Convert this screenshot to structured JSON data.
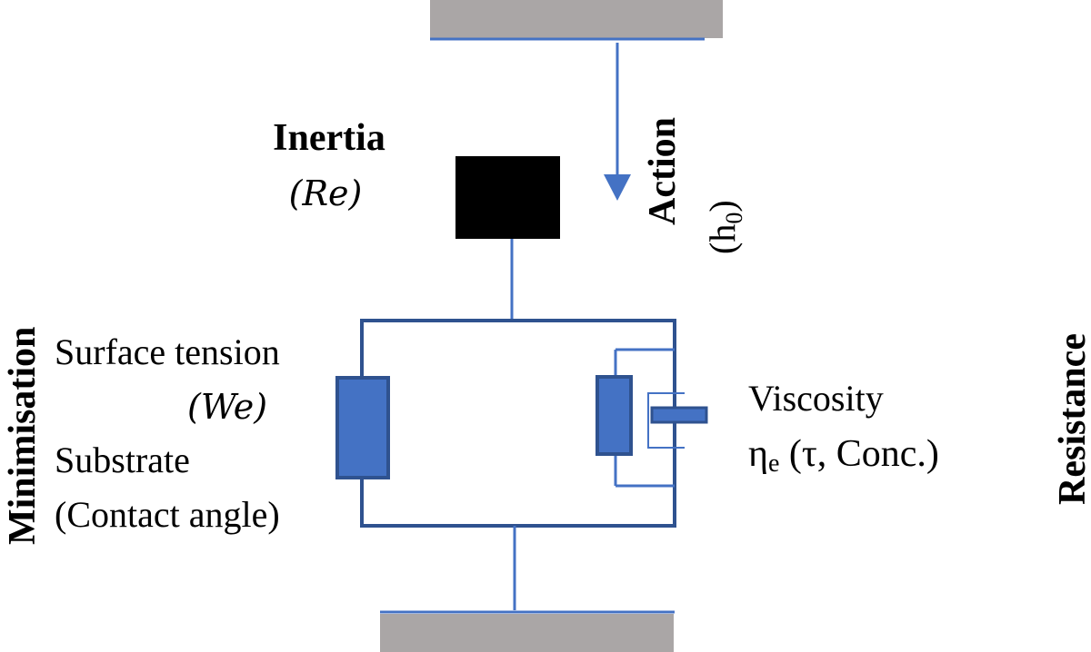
{
  "colors": {
    "plate": "#aaa6a6",
    "plate_edge": "#4472c4",
    "line": "#4472c4",
    "frame": "#2f528f",
    "spring_fill": "#4472c4",
    "spring_edge": "#2f528f",
    "mass": "#000000",
    "text": "#000000"
  },
  "labels": {
    "inertia": "Inertia",
    "inertia_param": "(Re)",
    "action": "Action",
    "action_param_base": "(h",
    "action_param_sub": "0",
    "action_param_close": ")",
    "minimisation": "Minimisation",
    "resistance": "Resistance",
    "surface_tension": "Surface tension",
    "surface_tension_param": "(We)",
    "substrate": "Substrate",
    "contact_angle": "(Contact angle)",
    "viscosity": "Viscosity",
    "viscosity_eta": "η",
    "viscosity_sub": "e",
    "viscosity_rest": " (τ, Conc.)"
  },
  "icons": {
    "action_arrow": "arrow-down-icon",
    "mass": "mass-block",
    "spring": "spring-element",
    "dashpot": "dashpot-element"
  }
}
